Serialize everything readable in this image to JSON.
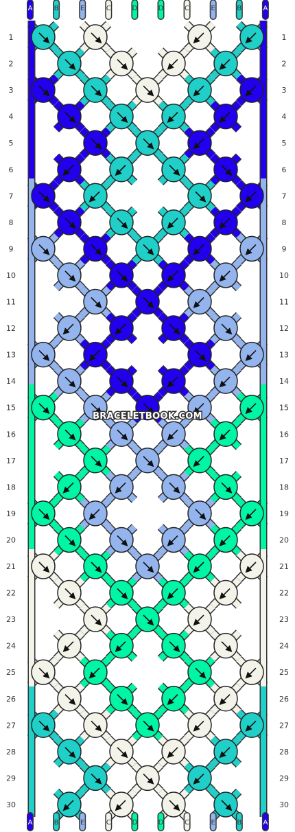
{
  "site": {
    "watermark": "BRACELETBOOK.COM"
  },
  "colors": {
    "A": "#2200ee",
    "B": "#1fcfc8",
    "C": "#f3f3ea",
    "D": "#00f5a4",
    "E": "#94b4ee"
  },
  "strands": {
    "top": [
      "A",
      "B",
      "E",
      "C",
      "D",
      "D",
      "C",
      "E",
      "B",
      "A"
    ],
    "bottom": [
      "A",
      "B",
      "E",
      "C",
      "D",
      "D",
      "C",
      "E",
      "B",
      "A"
    ]
  },
  "rows": [
    {
      "n": "1",
      "knots": [
        {
          "c": "B",
          "d": "se"
        },
        {
          "c": "C",
          "d": "se"
        },
        {
          "c": "C",
          "d": "sw"
        },
        {
          "c": "B",
          "d": "sw"
        }
      ]
    },
    {
      "n": "2",
      "knots": [
        {
          "c": "B",
          "d": "se"
        },
        {
          "c": "C",
          "d": "se"
        },
        {
          "c": "C",
          "d": "sw"
        },
        {
          "c": "B",
          "d": "sw"
        }
      ]
    },
    {
      "n": "3",
      "knots": [
        {
          "c": "A",
          "d": "se"
        },
        {
          "c": "B",
          "d": "se"
        },
        {
          "c": "C",
          "d": "se"
        },
        {
          "c": "B",
          "d": "sw"
        },
        {
          "c": "A",
          "d": "sw"
        }
      ]
    },
    {
      "n": "4",
      "knots": [
        {
          "c": "A",
          "d": "se"
        },
        {
          "c": "B",
          "d": "se"
        },
        {
          "c": "B",
          "d": "sw"
        },
        {
          "c": "A",
          "d": "sw"
        }
      ]
    },
    {
      "n": "5",
      "knots": [
        {
          "c": "A",
          "d": "se"
        },
        {
          "c": "B",
          "d": "se"
        },
        {
          "c": "A",
          "d": "sw"
        }
      ]
    },
    {
      "n": "6",
      "knots": [
        {
          "c": "A",
          "d": "sw"
        },
        {
          "c": "B",
          "d": "sw"
        },
        {
          "c": "B",
          "d": "se"
        },
        {
          "c": "A",
          "d": "se"
        }
      ]
    },
    {
      "n": "7",
      "knots": [
        {
          "c": "A",
          "d": "se"
        },
        {
          "c": "B",
          "d": "sw"
        },
        {
          "c": "B",
          "d": "se"
        },
        {
          "c": "A",
          "d": "sw"
        }
      ]
    },
    {
      "n": "8",
      "knots": [
        {
          "c": "A",
          "d": "se"
        },
        {
          "c": "B",
          "d": "se"
        },
        {
          "c": "B",
          "d": "sw"
        },
        {
          "c": "A",
          "d": "sw"
        }
      ]
    },
    {
      "n": "9",
      "knots": [
        {
          "c": "E",
          "d": "se"
        },
        {
          "c": "A",
          "d": "se"
        },
        {
          "c": "B",
          "d": "se"
        },
        {
          "c": "A",
          "d": "sw"
        },
        {
          "c": "E",
          "d": "sw"
        }
      ]
    },
    {
      "n": "10",
      "knots": [
        {
          "c": "E",
          "d": "se"
        },
        {
          "c": "A",
          "d": "se"
        },
        {
          "c": "A",
          "d": "sw"
        },
        {
          "c": "E",
          "d": "sw"
        }
      ]
    },
    {
      "n": "11",
      "knots": [
        {
          "c": "E",
          "d": "se"
        },
        {
          "c": "A",
          "d": "se"
        },
        {
          "c": "E",
          "d": "sw"
        }
      ]
    },
    {
      "n": "12",
      "knots": [
        {
          "c": "E",
          "d": "sw"
        },
        {
          "c": "A",
          "d": "sw"
        },
        {
          "c": "A",
          "d": "se"
        },
        {
          "c": "E",
          "d": "se"
        }
      ]
    },
    {
      "n": "13",
      "knots": [
        {
          "c": "E",
          "d": "se"
        },
        {
          "c": "A",
          "d": "sw"
        },
        {
          "c": "A",
          "d": "se"
        },
        {
          "c": "E",
          "d": "sw"
        }
      ]
    },
    {
      "n": "14",
      "knots": [
        {
          "c": "E",
          "d": "se"
        },
        {
          "c": "A",
          "d": "se"
        },
        {
          "c": "A",
          "d": "sw"
        },
        {
          "c": "E",
          "d": "sw"
        }
      ]
    },
    {
      "n": "15",
      "knots": [
        {
          "c": "D",
          "d": "se"
        },
        {
          "c": "E",
          "d": "se"
        },
        {
          "c": "A",
          "d": "se"
        },
        {
          "c": "E",
          "d": "sw"
        },
        {
          "c": "D",
          "d": "sw"
        }
      ]
    },
    {
      "n": "16",
      "knots": [
        {
          "c": "D",
          "d": "se"
        },
        {
          "c": "E",
          "d": "se"
        },
        {
          "c": "E",
          "d": "sw"
        },
        {
          "c": "D",
          "d": "sw"
        }
      ]
    },
    {
      "n": "17",
      "knots": [
        {
          "c": "D",
          "d": "se"
        },
        {
          "c": "E",
          "d": "se"
        },
        {
          "c": "D",
          "d": "sw"
        }
      ]
    },
    {
      "n": "18",
      "knots": [
        {
          "c": "D",
          "d": "sw"
        },
        {
          "c": "E",
          "d": "sw"
        },
        {
          "c": "E",
          "d": "se"
        },
        {
          "c": "D",
          "d": "se"
        }
      ]
    },
    {
      "n": "19",
      "knots": [
        {
          "c": "D",
          "d": "se"
        },
        {
          "c": "E",
          "d": "sw"
        },
        {
          "c": "E",
          "d": "se"
        },
        {
          "c": "D",
          "d": "sw"
        }
      ]
    },
    {
      "n": "20",
      "knots": [
        {
          "c": "D",
          "d": "se"
        },
        {
          "c": "E",
          "d": "se"
        },
        {
          "c": "E",
          "d": "sw"
        },
        {
          "c": "D",
          "d": "sw"
        }
      ]
    },
    {
      "n": "21",
      "knots": [
        {
          "c": "C",
          "d": "se"
        },
        {
          "c": "D",
          "d": "se"
        },
        {
          "c": "E",
          "d": "se"
        },
        {
          "c": "D",
          "d": "sw"
        },
        {
          "c": "C",
          "d": "sw"
        }
      ]
    },
    {
      "n": "22",
      "knots": [
        {
          "c": "C",
          "d": "se"
        },
        {
          "c": "D",
          "d": "se"
        },
        {
          "c": "D",
          "d": "sw"
        },
        {
          "c": "C",
          "d": "sw"
        }
      ]
    },
    {
      "n": "23",
      "knots": [
        {
          "c": "C",
          "d": "se"
        },
        {
          "c": "D",
          "d": "se"
        },
        {
          "c": "C",
          "d": "sw"
        }
      ]
    },
    {
      "n": "24",
      "knots": [
        {
          "c": "C",
          "d": "sw"
        },
        {
          "c": "D",
          "d": "sw"
        },
        {
          "c": "D",
          "d": "se"
        },
        {
          "c": "C",
          "d": "se"
        }
      ]
    },
    {
      "n": "25",
      "knots": [
        {
          "c": "C",
          "d": "se"
        },
        {
          "c": "D",
          "d": "sw"
        },
        {
          "c": "D",
          "d": "se"
        },
        {
          "c": "C",
          "d": "sw"
        }
      ]
    },
    {
      "n": "26",
      "knots": [
        {
          "c": "C",
          "d": "se"
        },
        {
          "c": "D",
          "d": "se"
        },
        {
          "c": "D",
          "d": "sw"
        },
        {
          "c": "C",
          "d": "sw"
        }
      ]
    },
    {
      "n": "27",
      "knots": [
        {
          "c": "B",
          "d": "se"
        },
        {
          "c": "C",
          "d": "se"
        },
        {
          "c": "D",
          "d": "se"
        },
        {
          "c": "C",
          "d": "sw"
        },
        {
          "c": "B",
          "d": "sw"
        }
      ]
    },
    {
      "n": "28",
      "knots": [
        {
          "c": "B",
          "d": "se"
        },
        {
          "c": "C",
          "d": "se"
        },
        {
          "c": "C",
          "d": "sw"
        },
        {
          "c": "B",
          "d": "sw"
        }
      ]
    },
    {
      "n": "29",
      "knots": [
        {
          "c": "B",
          "d": "se"
        },
        {
          "c": "C",
          "d": "se"
        },
        {
          "c": "B",
          "d": "sw"
        }
      ]
    },
    {
      "n": "30",
      "knots": [
        {
          "c": "B",
          "d": "sw"
        },
        {
          "c": "C",
          "d": "sw"
        },
        {
          "c": "C",
          "d": "se"
        },
        {
          "c": "B",
          "d": "se"
        }
      ]
    }
  ]
}
